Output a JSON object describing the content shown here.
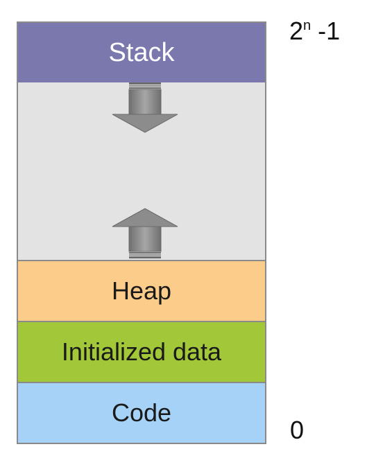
{
  "segments": {
    "stack": {
      "label": "Stack",
      "color": "#7b78ad"
    },
    "free": {
      "color": "#e3e3e3"
    },
    "heap": {
      "label": "Heap",
      "color": "#fccc8a"
    },
    "data": {
      "label": "Initialized data",
      "color": "#a2c83a"
    },
    "code": {
      "label": "Code",
      "color": "#a7d2f7"
    }
  },
  "addresses": {
    "top_base": "2",
    "top_exponent": "n",
    "top_suffix": " -1",
    "bottom": "0"
  },
  "arrows": [
    {
      "name": "stack-growth-arrow",
      "direction": "down",
      "color": "#8c8c8c"
    },
    {
      "name": "heap-growth-arrow",
      "direction": "up",
      "color": "#8c8c8c"
    }
  ]
}
